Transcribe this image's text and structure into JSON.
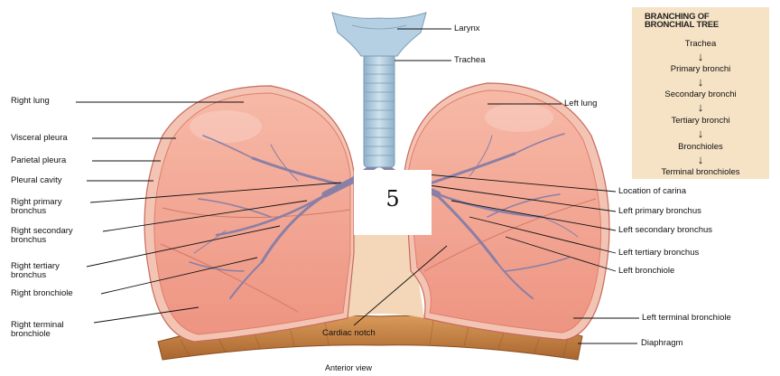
{
  "labels_left": [
    {
      "id": "right-lung",
      "text": "Right lung"
    },
    {
      "id": "visceral-pleura",
      "text": "Visceral pleura"
    },
    {
      "id": "parietal-pleura",
      "text": "Parietal pleura"
    },
    {
      "id": "pleural-cavity",
      "text": "Pleural cavity"
    },
    {
      "id": "right-primary-bronchus",
      "text": "Right primary\nbronchus"
    },
    {
      "id": "right-secondary-bronchus",
      "text": "Right secondary\nbronchus"
    },
    {
      "id": "right-tertiary-bronchus",
      "text": "Right tertiary\nbronchus"
    },
    {
      "id": "right-bronchiole",
      "text": "Right bronchiole"
    },
    {
      "id": "right-terminal-bronchiole",
      "text": "Right terminal\nbronchiole"
    }
  ],
  "labels_right": [
    {
      "id": "larynx",
      "text": "Larynx"
    },
    {
      "id": "trachea",
      "text": "Trachea"
    },
    {
      "id": "left-lung",
      "text": "Left lung"
    },
    {
      "id": "location-of-carina",
      "text": "Location of carina"
    },
    {
      "id": "left-primary-bronchus",
      "text": "Left primary bronchus"
    },
    {
      "id": "left-secondary-bronchus",
      "text": "Left secondary bronchus"
    },
    {
      "id": "left-tertiary-bronchus",
      "text": "Left tertiary bronchus"
    },
    {
      "id": "left-bronchiole",
      "text": "Left bronchiole"
    },
    {
      "id": "left-terminal-bronchiole",
      "text": "Left terminal bronchiole"
    },
    {
      "id": "diaphragm",
      "text": "Diaphragm"
    }
  ],
  "cardiac_notch": "Cardiac notch",
  "footer": "Anterior view",
  "legend": {
    "title": "BRANCHING OF\nBRONCHIAL TREE",
    "steps": [
      "Trachea",
      "Primary bronchi",
      "Secondary bronchi",
      "Tertiary bronchi",
      "Bronchioles",
      "Terminal bronchioles"
    ],
    "arrow": "↓"
  },
  "overlay_number": "5",
  "colors": {
    "lung_fill": "#f2a08e",
    "lung_edge": "#e07e6a",
    "pleura": "#c9695a",
    "trachea": "#a9c6db",
    "bronchi": "#8a7fa6",
    "diaphragm": "#c98545",
    "legend_bg": "#f6e3c5"
  }
}
